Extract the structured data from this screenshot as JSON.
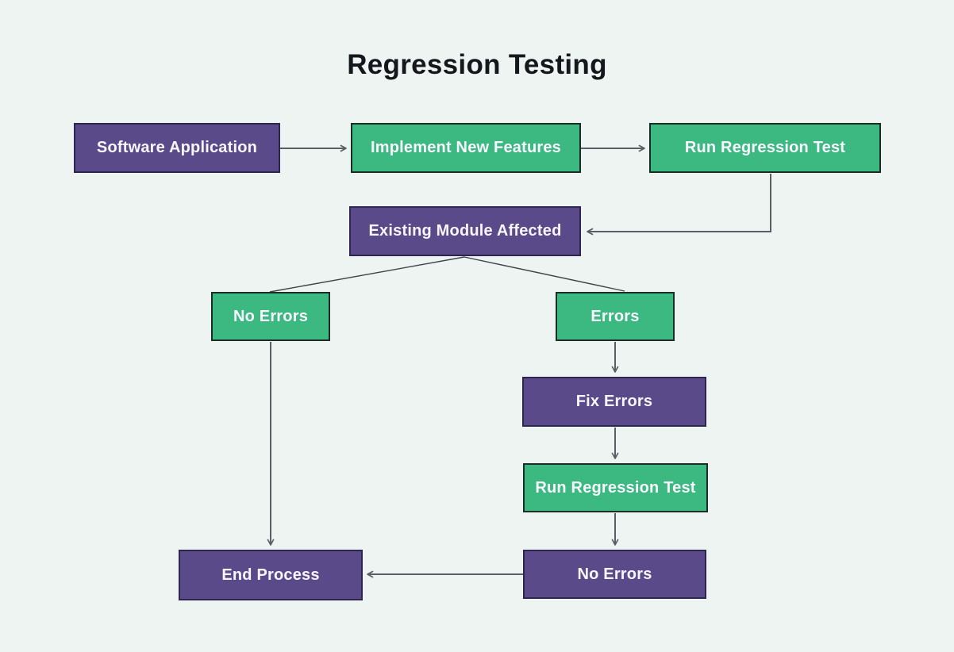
{
  "title": "Regression Testing",
  "colors": {
    "background": "#edf4f1",
    "node_purple_fill": "#5b4a8a",
    "node_purple_border": "#2c2650",
    "node_green_fill": "#3cb981",
    "node_green_border": "#1a2e26",
    "node_text": "#f8f6fd",
    "title_text": "#15171c",
    "connector": "#5a5f66",
    "branch_line": "#3f444a"
  },
  "nodes": {
    "software_application": {
      "label": "Software Application",
      "color": "purple"
    },
    "implement_new_features": {
      "label": "Implement New Features",
      "color": "green"
    },
    "run_regression_test_1": {
      "label": "Run Regression Test",
      "color": "green"
    },
    "existing_module_affected": {
      "label": "Existing Module Affected",
      "color": "purple"
    },
    "no_errors_left": {
      "label": "No Errors",
      "color": "green"
    },
    "errors": {
      "label": "Errors",
      "color": "green"
    },
    "fix_errors": {
      "label": "Fix Errors",
      "color": "purple"
    },
    "run_regression_test_2": {
      "label": "Run Regression Test",
      "color": "green"
    },
    "no_errors_bottom": {
      "label": "No Errors",
      "color": "purple"
    },
    "end_process": {
      "label": "End Process",
      "color": "purple"
    }
  },
  "edges": [
    {
      "from": "software_application",
      "to": "implement_new_features",
      "arrowhead": true
    },
    {
      "from": "implement_new_features",
      "to": "run_regression_test_1",
      "arrowhead": true
    },
    {
      "from": "run_regression_test_1",
      "to": "existing_module_affected",
      "arrowhead": true
    },
    {
      "from": "existing_module_affected",
      "to": "no_errors_left",
      "arrowhead": false
    },
    {
      "from": "existing_module_affected",
      "to": "errors",
      "arrowhead": false
    },
    {
      "from": "no_errors_left",
      "to": "end_process",
      "arrowhead": true
    },
    {
      "from": "errors",
      "to": "fix_errors",
      "arrowhead": true
    },
    {
      "from": "fix_errors",
      "to": "run_regression_test_2",
      "arrowhead": true
    },
    {
      "from": "run_regression_test_2",
      "to": "no_errors_bottom",
      "arrowhead": true
    },
    {
      "from": "no_errors_bottom",
      "to": "end_process",
      "arrowhead": true
    }
  ]
}
